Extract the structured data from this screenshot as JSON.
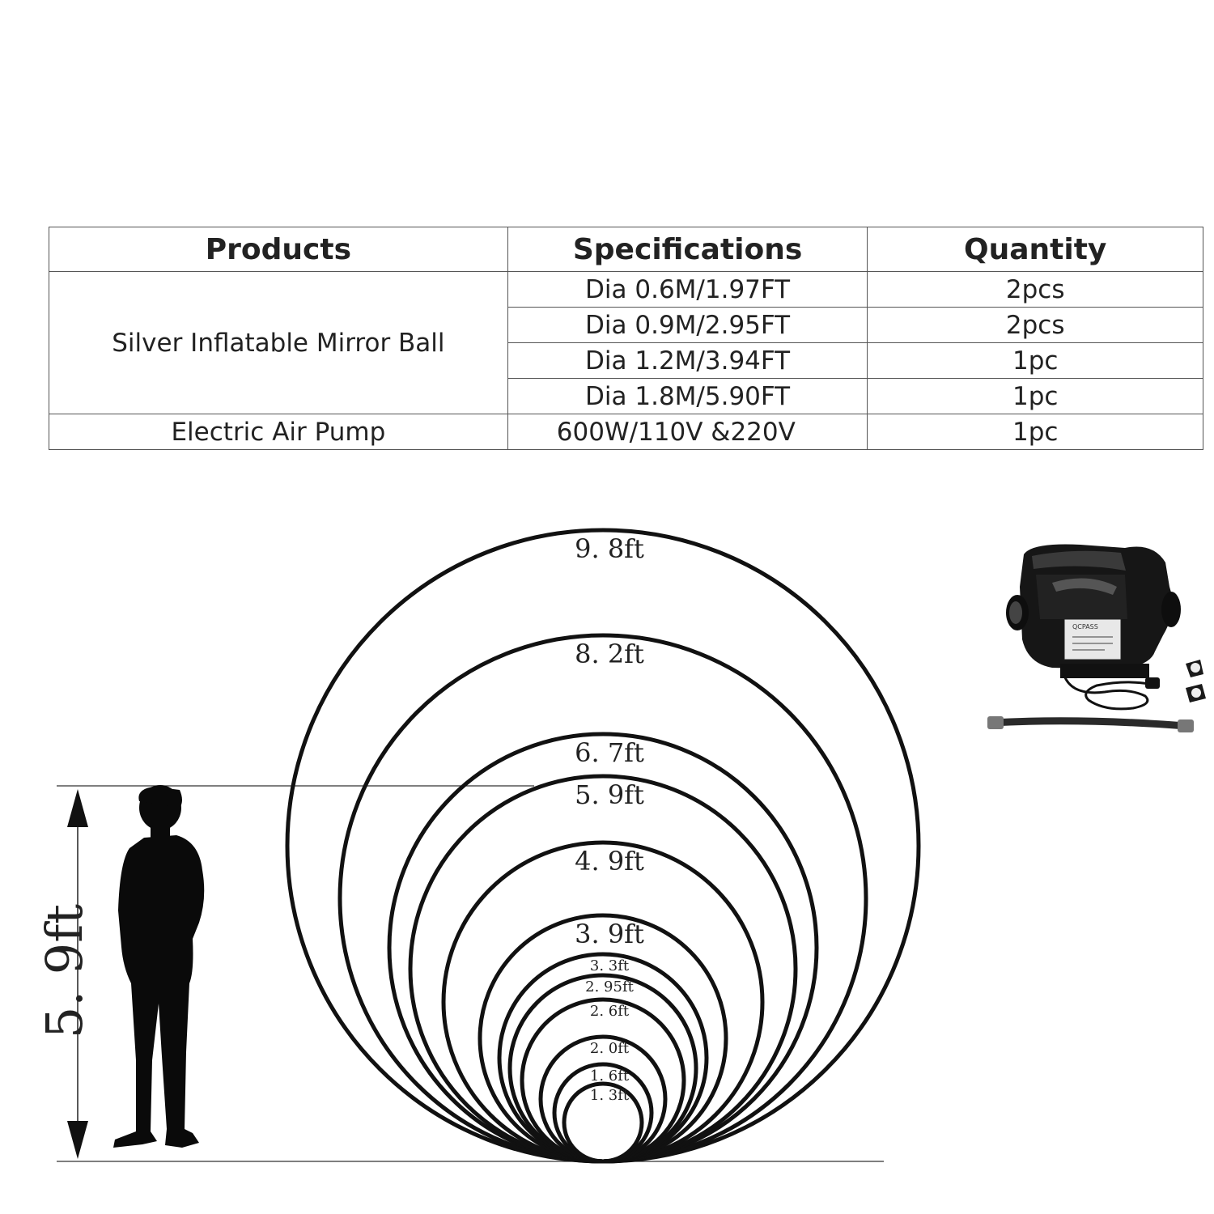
{
  "table": {
    "headers": [
      "Products",
      "Specifications",
      "Quantity"
    ],
    "groups": [
      {
        "product": "Silver Inflatable Mirror Ball",
        "rows": [
          {
            "spec": "Dia 0.6M/1.97FT",
            "qty": "2pcs"
          },
          {
            "spec": "Dia 0.9M/2.95FT",
            "qty": "2pcs"
          },
          {
            "spec": "Dia 1.2M/3.94FT",
            "qty": "1pc"
          },
          {
            "spec": "Dia 1.8M/5.90FT",
            "qty": "1pc"
          }
        ]
      },
      {
        "product": "Electric Air Pump",
        "rows": [
          {
            "spec": "600W/110V &220V",
            "qty": "1pc"
          }
        ]
      }
    ]
  },
  "diagram": {
    "height_label": "5. 9ft",
    "sizes_ft": [
      "9.8",
      "8.2",
      "6.7",
      "5.9",
      "4.9",
      "3.9",
      "3.3",
      "2.95",
      "2.6",
      "2.0",
      "1.6",
      "1.3"
    ],
    "circle_labels": [
      "9. 8ft",
      "8. 2ft",
      "6. 7ft",
      "5. 9ft",
      "4. 9ft",
      "3. 9ft",
      "3. 3ft",
      "2. 95ft",
      "2. 6ft",
      "2. 0ft",
      "1. 6ft",
      "1. 3ft"
    ]
  },
  "pump_image": {
    "brand_text": "QCPASS"
  },
  "colors": {
    "ink": "#111111",
    "table_border": "#555555",
    "text": "#222222"
  }
}
